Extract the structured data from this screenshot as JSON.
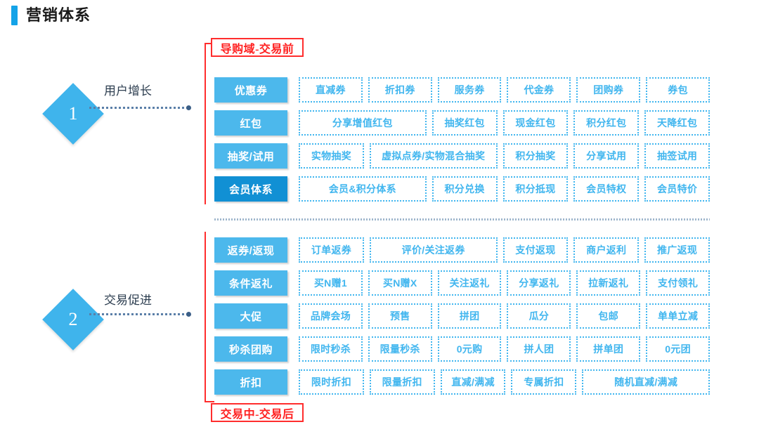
{
  "page": {
    "title": "营销体系",
    "accent_color": "#14a3e8",
    "label_color": "#4cb8ec",
    "label_color_dark": "#1190d4",
    "cell_border_color": "#41b6ef",
    "annotation_color": "#ff2020"
  },
  "annotations": {
    "top_label": "导购域-交易前",
    "bottom_label": "交易中-交易后"
  },
  "stages": [
    {
      "number": "1",
      "label": "用户增长"
    },
    {
      "number": "2",
      "label": "交易促进"
    }
  ],
  "sections": [
    {
      "name": "pre-transaction",
      "rows": [
        {
          "label": "优惠券",
          "label_dark": false,
          "cells": [
            {
              "text": "直减券",
              "span": 1
            },
            {
              "text": "折扣券",
              "span": 1
            },
            {
              "text": "服务券",
              "span": 1
            },
            {
              "text": "代金券",
              "span": 1
            },
            {
              "text": "团购券",
              "span": 1
            },
            {
              "text": "券包",
              "span": 1
            }
          ]
        },
        {
          "label": "红包",
          "label_dark": false,
          "cells": [
            {
              "text": "分享增值红包",
              "span": 2
            },
            {
              "text": "抽奖红包",
              "span": 1
            },
            {
              "text": "现金红包",
              "span": 1
            },
            {
              "text": "积分红包",
              "span": 1
            },
            {
              "text": "天降红包",
              "span": 1
            }
          ]
        },
        {
          "label": "抽奖/试用",
          "label_dark": false,
          "cells": [
            {
              "text": "实物抽奖",
              "span": 1
            },
            {
              "text": "虚拟点券/实物混合抽奖",
              "span": 2
            },
            {
              "text": "积分抽奖",
              "span": 1
            },
            {
              "text": "分享试用",
              "span": 1
            },
            {
              "text": "抽签试用",
              "span": 1
            }
          ]
        },
        {
          "label": "会员体系",
          "label_dark": true,
          "cells": [
            {
              "text": "会员&积分体系",
              "span": 2
            },
            {
              "text": "积分兑换",
              "span": 1
            },
            {
              "text": "积分抵现",
              "span": 1
            },
            {
              "text": "会员特权",
              "span": 1
            },
            {
              "text": "会员特价",
              "span": 1
            }
          ]
        }
      ]
    },
    {
      "name": "during-post-transaction",
      "rows": [
        {
          "label": "返券/返现",
          "label_dark": false,
          "cells": [
            {
              "text": "订单返券",
              "span": 1
            },
            {
              "text": "评价/关注返券",
              "span": 2
            },
            {
              "text": "支付返现",
              "span": 1
            },
            {
              "text": "商户返利",
              "span": 1
            },
            {
              "text": "推广返现",
              "span": 1
            }
          ]
        },
        {
          "label": "条件返礼",
          "label_dark": false,
          "cells": [
            {
              "text": "买N赠1",
              "span": 1
            },
            {
              "text": "买N赠X",
              "span": 1
            },
            {
              "text": "关注返礼",
              "span": 1
            },
            {
              "text": "分享返礼",
              "span": 1
            },
            {
              "text": "拉新返礼",
              "span": 1
            },
            {
              "text": "支付领礼",
              "span": 1
            }
          ]
        },
        {
          "label": "大促",
          "label_dark": false,
          "cells": [
            {
              "text": "品牌会场",
              "span": 1
            },
            {
              "text": "预售",
              "span": 1
            },
            {
              "text": "拼团",
              "span": 1
            },
            {
              "text": "瓜分",
              "span": 1
            },
            {
              "text": "包邮",
              "span": 1
            },
            {
              "text": "单单立减",
              "span": 1
            }
          ]
        },
        {
          "label": "秒杀团购",
          "label_dark": false,
          "cells": [
            {
              "text": "限时秒杀",
              "span": 1
            },
            {
              "text": "限量秒杀",
              "span": 1
            },
            {
              "text": "0元购",
              "span": 1
            },
            {
              "text": "拼人团",
              "span": 1
            },
            {
              "text": "拼单团",
              "span": 1
            },
            {
              "text": "0元团",
              "span": 1
            }
          ]
        },
        {
          "label": "折扣",
          "label_dark": false,
          "cells": [
            {
              "text": "限时折扣",
              "span": 1
            },
            {
              "text": "限量折扣",
              "span": 1
            },
            {
              "text": "直减/满减",
              "span": 1
            },
            {
              "text": "专属折扣",
              "span": 1
            },
            {
              "text": "随机直减/满减",
              "span": 2
            }
          ]
        }
      ]
    }
  ]
}
